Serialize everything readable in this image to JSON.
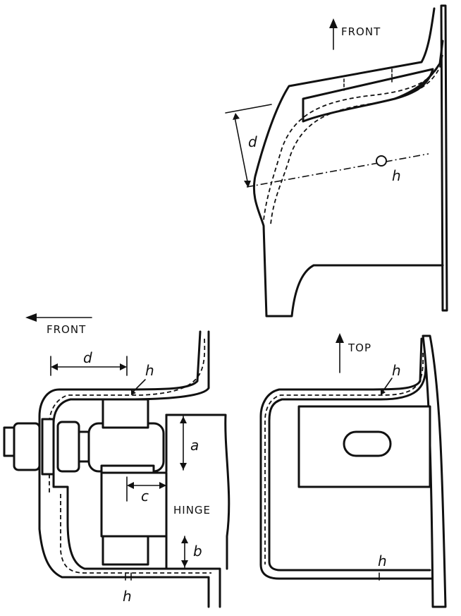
{
  "labels": {
    "front_top_view": "FRONT",
    "d_top": "d",
    "h_top": "h",
    "front_side_view": "FRONT",
    "d_side": "d",
    "h_side_top": "h",
    "a": "a",
    "c": "c",
    "hinge": "HINGE",
    "b": "b",
    "h_side_bottom": "h",
    "top_view3": "TOP",
    "h_view3_top": "h",
    "h_view3_bottom": "h"
  }
}
